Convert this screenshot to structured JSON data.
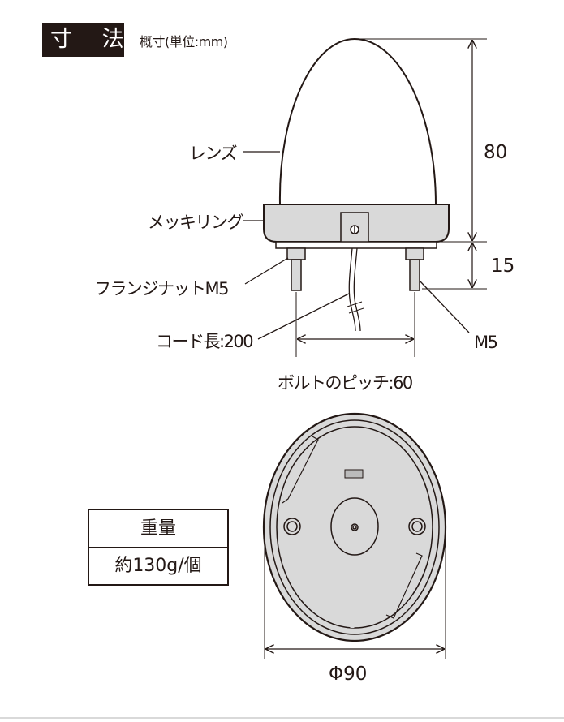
{
  "header": {
    "section_title": "寸 法",
    "unit_note": "概寸(単位:mm)"
  },
  "side_view": {
    "labels": {
      "lens": "レンズ",
      "plated_ring": "メッキリング",
      "flange_nut": "フランジナットM5",
      "cord_length": "コード長:200",
      "bolt": "M5",
      "bolt_pitch": "ボルトのピッチ:60"
    },
    "dimensions": {
      "height_lens": "80",
      "height_base": "15"
    }
  },
  "bottom_view": {
    "diameter": "Φ90"
  },
  "weight_table": {
    "header": "重量",
    "value": "約130g/個"
  },
  "colors": {
    "ink": "#231815",
    "fill_gray": "#d9d9d9"
  }
}
